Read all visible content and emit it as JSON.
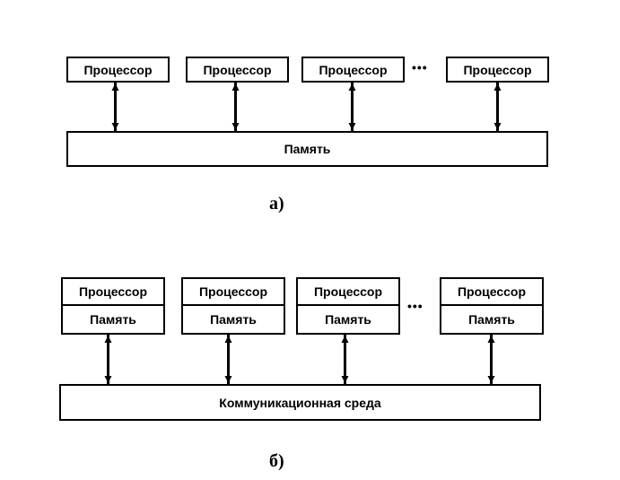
{
  "diagram_a": {
    "processors": [
      "Процессор",
      "Процессор",
      "Процессор",
      "Процессор"
    ],
    "ellipsis": "•••",
    "shared_memory": "Память",
    "caption": "а)"
  },
  "diagram_b": {
    "nodes": [
      {
        "processor": "Процессор",
        "memory": "Память"
      },
      {
        "processor": "Процессор",
        "memory": "Память"
      },
      {
        "processor": "Процессор",
        "memory": "Память"
      },
      {
        "processor": "Процессор",
        "memory": "Память"
      }
    ],
    "ellipsis": "•••",
    "network": "Коммуникационная среда",
    "caption": "б)"
  }
}
